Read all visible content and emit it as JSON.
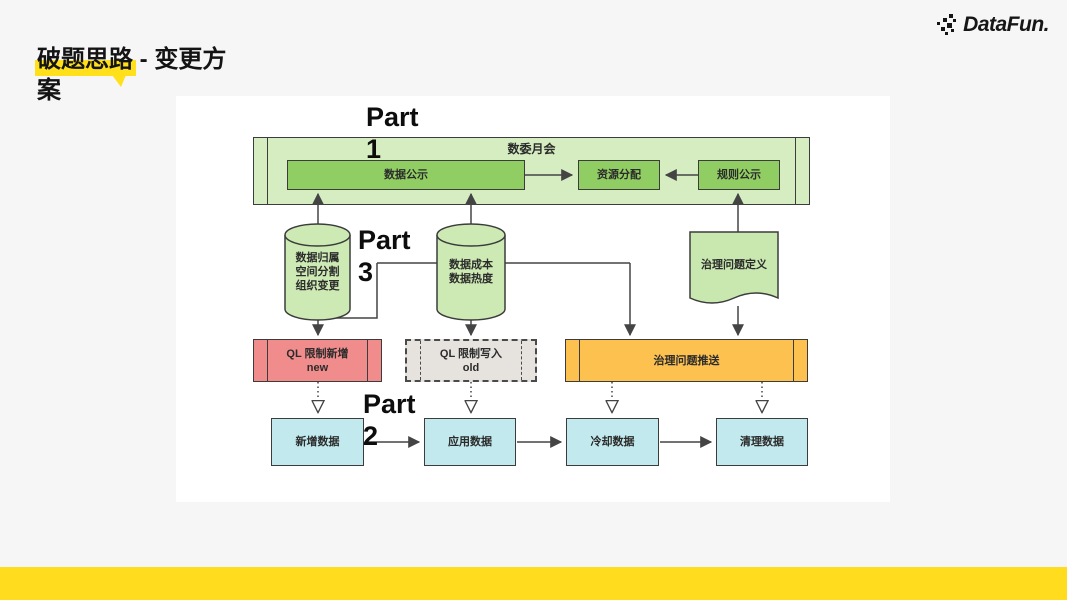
{
  "slide": {
    "title_line1": "破题思路 - 变更方",
    "title_line2": "案",
    "highlight_color": "#ffe01a",
    "footer_color": "#ffdc1e"
  },
  "logo": {
    "text": "DataFun."
  },
  "diagram": {
    "parts": [
      {
        "word": "Part",
        "num": "1"
      },
      {
        "word": "Part",
        "num": "3"
      },
      {
        "word": "Part",
        "num": "2"
      }
    ],
    "meeting": {
      "title": "数委月会",
      "data_show": "数据公示",
      "resource": "资源分配",
      "rules": "规则公示"
    },
    "cyl_ownership": {
      "lines": [
        "数据归属",
        "空间分割",
        "组织变更"
      ]
    },
    "cyl_cost": {
      "lines": [
        "数据成本",
        "数据热度"
      ]
    },
    "doc": {
      "label": "治理问题定义"
    },
    "ql_new": {
      "line1": "QL 限制新增",
      "line2": "new"
    },
    "ql_old": {
      "line1": "QL 限制写入",
      "line2": "old"
    },
    "push": {
      "label": "治理问题推送"
    },
    "flow": [
      "新增数据",
      "应用数据",
      "冷却数据",
      "清理数据"
    ],
    "colors": {
      "container_green": "#d5edc0",
      "box_green": "#90cd63",
      "cylinder_green": "#cdeab4",
      "doc_green": "#c8e8b0",
      "red": "#f08c8c",
      "gray": "#e6e3df",
      "orange": "#fcc14f",
      "blue": "#c2e9ed",
      "line": "#444444"
    }
  }
}
